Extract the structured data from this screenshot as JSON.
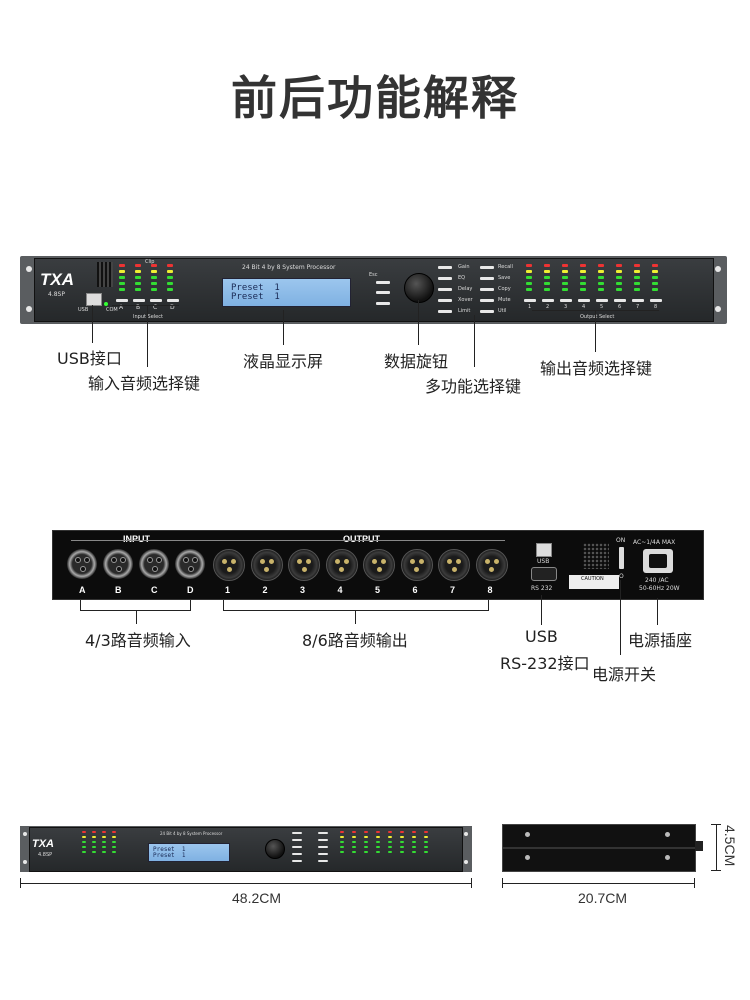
{
  "title": "前后功能解释",
  "front": {
    "brand": "TXA",
    "model": "4.8SP",
    "usb_small": "USB",
    "com_small": "COM",
    "header_text": "24 Bit    4 by 8 System Processor",
    "lcd_line1": "Preset  1",
    "lcd_line2": "Preset  1",
    "esc": "Esc",
    "func_left": [
      "Gain",
      "EQ",
      "Delay",
      "Xover",
      "Limit"
    ],
    "func_right": [
      "Recall",
      "Save",
      "Copy",
      "Mute",
      "Util"
    ],
    "input_letters": [
      "A",
      "B",
      "C",
      "D"
    ],
    "input_select": "Input Select",
    "output_numbers": [
      "1",
      "2",
      "3",
      "4",
      "5",
      "6",
      "7",
      "8"
    ],
    "output_select": "Output Select",
    "clip": "Clip",
    "labels": {
      "usb": "USB接口",
      "input_select": "输入音频选择键",
      "lcd": "液晶显示屏",
      "knob": "数据旋钮",
      "multi": "多功能选择键",
      "output_select": "输出音频选择键"
    }
  },
  "rear": {
    "input_title": "INPUT",
    "output_title": "OUTPUT",
    "inputs": [
      "A",
      "B",
      "C",
      "D"
    ],
    "outputs": [
      "1",
      "2",
      "3",
      "4",
      "5",
      "6",
      "7",
      "8"
    ],
    "usb": "USB",
    "rs232": "RS 232",
    "on": "ON",
    "off": "O",
    "power_rating": "AC~1/4A MAX",
    "power_spec1": "240 /AC",
    "power_spec2": "50-60Hz 20W",
    "caution": "CAUTION",
    "labels": {
      "inputs": "4/3路音频输入",
      "outputs": "8/6路音频输出",
      "usb_line1": "USB",
      "usb_line2": "RS-232接口",
      "power_switch": "电源开关",
      "power_socket": "电源插座"
    }
  },
  "dimensions": {
    "width": "48.2CM",
    "depth": "20.7CM",
    "height": "4.5CM"
  }
}
